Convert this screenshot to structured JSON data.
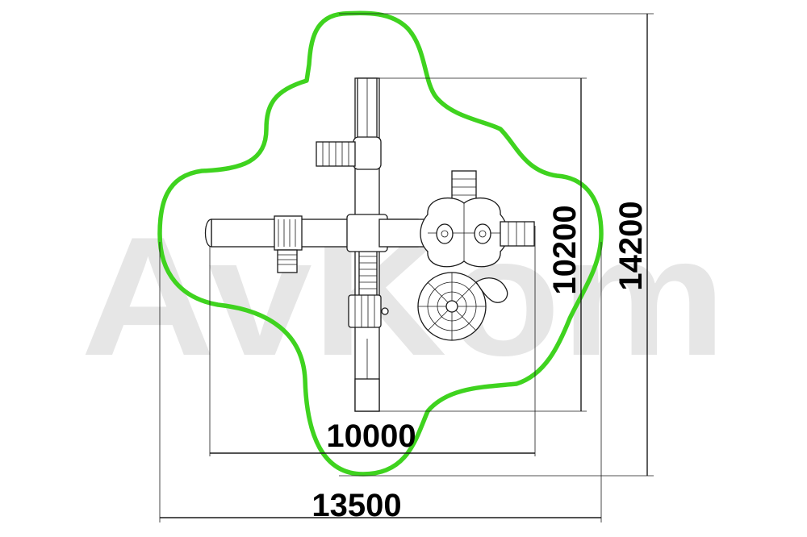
{
  "watermark": {
    "text": "AvKom"
  },
  "dimensions": {
    "inner_width": "10000",
    "outer_width": "13500",
    "inner_height": "10200",
    "outer_height": "14200"
  },
  "colors": {
    "safety_zone": "#3fd31f",
    "drawing_lines": "#1a1a1a",
    "watermark": "#e6e6e6"
  }
}
